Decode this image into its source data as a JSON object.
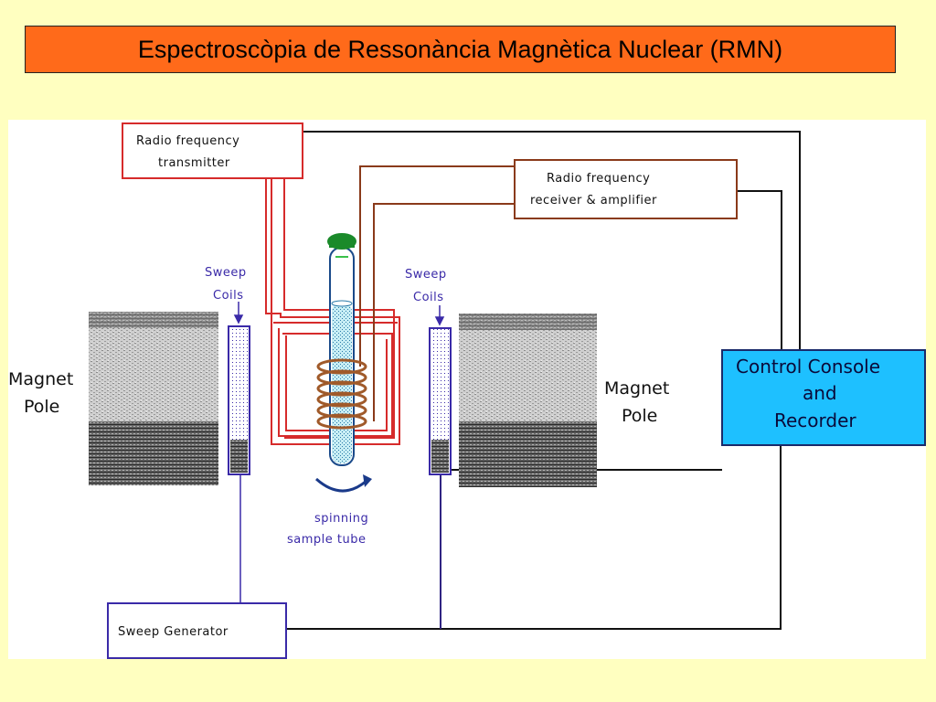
{
  "title": "Espectroscòpia de Ressonància Magnètica Nuclear (RMN)",
  "labels": {
    "rf_transmitter": [
      "Radio frequency",
      "transmitter"
    ],
    "rf_receiver": [
      "Radio frequency",
      "receiver & amplifier"
    ],
    "sweep_coils_left": [
      "Sweep",
      "Coils"
    ],
    "sweep_coils_right": [
      "Sweep",
      "Coils"
    ],
    "magnet_pole_left": [
      "Magnet",
      "Pole"
    ],
    "magnet_pole_right": [
      "Magnet",
      "Pole"
    ],
    "control_console": [
      "Control Console",
      "and",
      "Recorder"
    ],
    "spinning_tube": [
      "spinning",
      "sample tube"
    ],
    "sweep_generator": "Sweep Generator"
  },
  "colors": {
    "background": "#ffffc0",
    "title_bg": "#ff6a1a",
    "console_bg": "#1ec0ff",
    "red_wire": "#d62b2b",
    "brown_wire": "#8a3a1a",
    "purple_wire": "#3a2aa8",
    "tube_cap": "#1a8a2a",
    "tube_liquid": "#b8e8f0"
  }
}
